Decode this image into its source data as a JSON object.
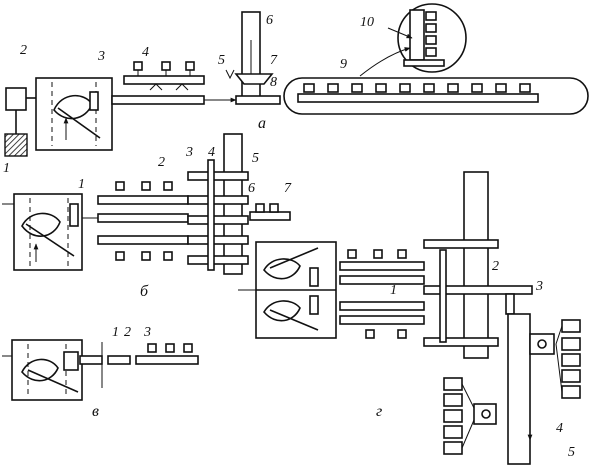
{
  "diagram": {
    "panels": {
      "a": {
        "caption": "а",
        "labels": [
          "1",
          "2",
          "3",
          "4",
          "5",
          "6",
          "7",
          "8",
          "9",
          "10"
        ]
      },
      "b": {
        "caption": "б",
        "labels": [
          "1",
          "2",
          "3",
          "4",
          "5",
          "6",
          "7"
        ]
      },
      "v": {
        "caption": "в",
        "labels": [
          "1",
          "2",
          "3"
        ]
      },
      "g": {
        "caption": "г",
        "labels": [
          "1",
          "2",
          "3",
          "4",
          "5"
        ]
      }
    },
    "colors": {
      "ink": "#111111",
      "paper": "#ffffff"
    }
  }
}
